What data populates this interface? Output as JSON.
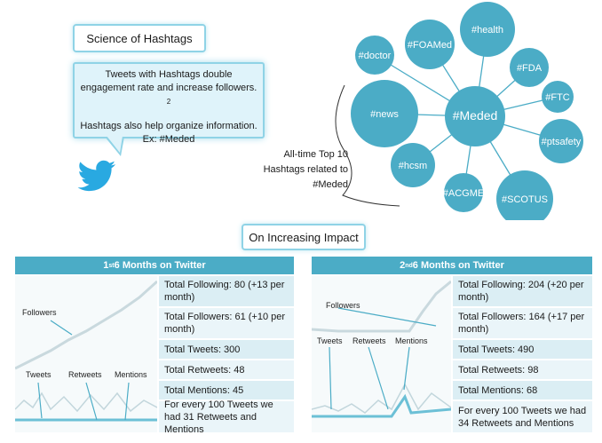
{
  "header": {
    "science_title": "Science of Hashtags",
    "bubble_line1": "Tweets with Hashtags double engagement rate and increase followers.",
    "bubble_sup": "2",
    "bubble_line2": "Hashtags also help organize information. Ex: #Meded",
    "impact_title": "On Increasing Impact"
  },
  "hashtags": {
    "caption": "All-time Top 10 Hashtags related to #Meded",
    "center": "#Meded",
    "nodes": [
      "#doctor",
      "#FOAMed",
      "#health",
      "#FDA",
      "#FTC",
      "#ptsafety",
      "#SCOTUS",
      "#ACGME",
      "#hcsm",
      "#news"
    ],
    "color": "#4bacc6"
  },
  "panel1": {
    "head_pre": "1",
    "head_sup": "st",
    "head_post": " 6 Months on Twitter",
    "labels": {
      "followers": "Followers",
      "tweets": "Tweets",
      "retweets": "Retweets",
      "mentions": "Mentions"
    },
    "stats": [
      "Total Following: 80 (+13 per month)",
      "Total Followers: 61 (+10 per month)",
      "Total Tweets: 300",
      "Total Retweets: 48",
      "Total Mentions: 45",
      "For every 100 Tweets we had 31 Retweets and Mentions"
    ]
  },
  "panel2": {
    "head_pre": "2",
    "head_sup": "nd",
    "head_post": " 6 Months on Twitter",
    "labels": {
      "followers": "Followers",
      "tweets": "Tweets",
      "retweets": "Retweets",
      "mentions": "Mentions"
    },
    "stats": [
      "Total Following: 204 (+20 per month)",
      "Total Followers: 164 (+17 per month)",
      "Total Tweets: 490",
      "Total Retweets: 98",
      "Total Mentions: 68",
      "For every 100 Tweets we had 34 Retweets and Mentions"
    ]
  },
  "colors": {
    "accent": "#4bacc6",
    "light": "#dbeef4",
    "bubble": "#dff3fa",
    "twitter_bird": "#29a9e1"
  },
  "icons": {
    "bird": "twitter-bird-icon"
  }
}
